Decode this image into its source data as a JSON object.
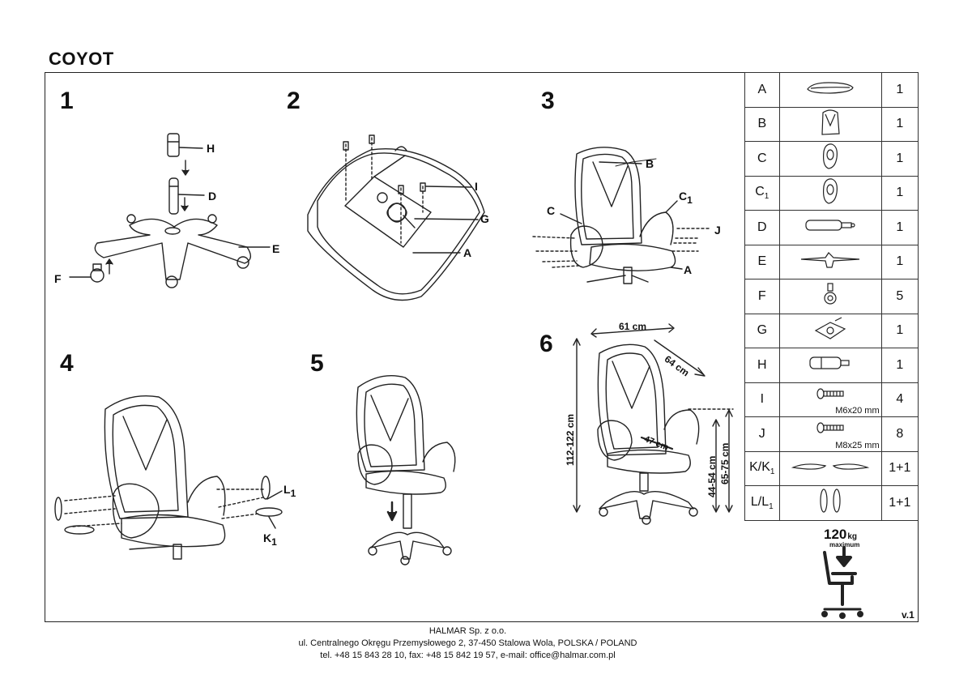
{
  "title": "COYOT",
  "steps": {
    "s1": "1",
    "s2": "2",
    "s3": "3",
    "s4": "4",
    "s5": "5",
    "s6": "6"
  },
  "labels": {
    "s1_h": "H",
    "s1_d": "D",
    "s1_e": "E",
    "s1_f": "F",
    "s2_i": "I",
    "s2_g": "G",
    "s2_a": "A",
    "s3_b": "B",
    "s3_c": "C",
    "s3_c1": "C",
    "s3_c1_sub": "1",
    "s3_j": "J",
    "s3_a": "A",
    "s4_l1": "L",
    "s4_l1_sub": "1",
    "s4_k1": "K",
    "s4_k1_sub": "1"
  },
  "dimensions": {
    "width": "61 cm",
    "depth": "64 cm",
    "height_total": "112-122 cm",
    "seat_depth": "47 cm",
    "seat_height": "44-54 cm",
    "arm_height": "65-75 cm"
  },
  "parts": [
    {
      "code": "A",
      "icon": "seat-icon",
      "qty": "1"
    },
    {
      "code": "B",
      "icon": "backrest-icon",
      "qty": "1"
    },
    {
      "code": "C",
      "icon": "armrest-icon",
      "qty": "1"
    },
    {
      "code": "C",
      "code_sub": "1",
      "icon": "armrest-icon",
      "qty": "1"
    },
    {
      "code": "D",
      "icon": "gas-lift-icon",
      "qty": "1"
    },
    {
      "code": "E",
      "icon": "base-icon",
      "qty": "1"
    },
    {
      "code": "F",
      "icon": "caster-icon",
      "qty": "5"
    },
    {
      "code": "G",
      "icon": "mechanism-icon",
      "qty": "1"
    },
    {
      "code": "H",
      "icon": "cover-icon",
      "qty": "1"
    },
    {
      "code": "I",
      "icon": "screw-icon",
      "spec": "M6x20 mm",
      "qty": "4"
    },
    {
      "code": "J",
      "icon": "screw-icon",
      "spec": "M8x25 mm",
      "qty": "8"
    },
    {
      "code": "K/K",
      "code_sub": "1",
      "icon": "arm-pad-icon",
      "qty": "1+1"
    },
    {
      "code": "L/L",
      "code_sub": "1",
      "icon": "cap-icon",
      "qty": "1+1"
    }
  ],
  "capacity": {
    "value": "120",
    "unit": "kg",
    "note": "maximum"
  },
  "version": "v.1",
  "footer": {
    "company": "HALMAR Sp. z o.o.",
    "address": "ul. Centralnego Okręgu Przemysłowego 2, 37-450 Stalowa Wola, POLSKA / POLAND",
    "contact": "tel. +48 15 843 28 10, fax: +48 15 842 19 57, e-mail: office@halmar.com.pl"
  }
}
